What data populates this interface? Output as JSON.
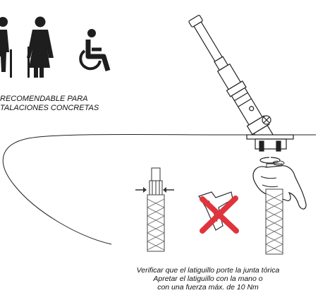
{
  "recommendation": {
    "line1": "RECOMENDABLE PARA",
    "line2": "TALACIONES CONCRETAS"
  },
  "caption": {
    "line1": "Verificar que el latiguillo porte la junta tórica",
    "line2": "Apretar el latiguillo con la mano o",
    "line3": "con una fuerza máx. de 10 Nm"
  },
  "icons": [
    "elderly-man-icon",
    "elderly-woman-icon",
    "wheelchair-icon",
    "faucet-cartridge-icon",
    "wrench-prohibited-icon",
    "hand-tighten-icon"
  ],
  "colors": {
    "prohibition_cross": "#e0343c",
    "line": "#222222"
  }
}
